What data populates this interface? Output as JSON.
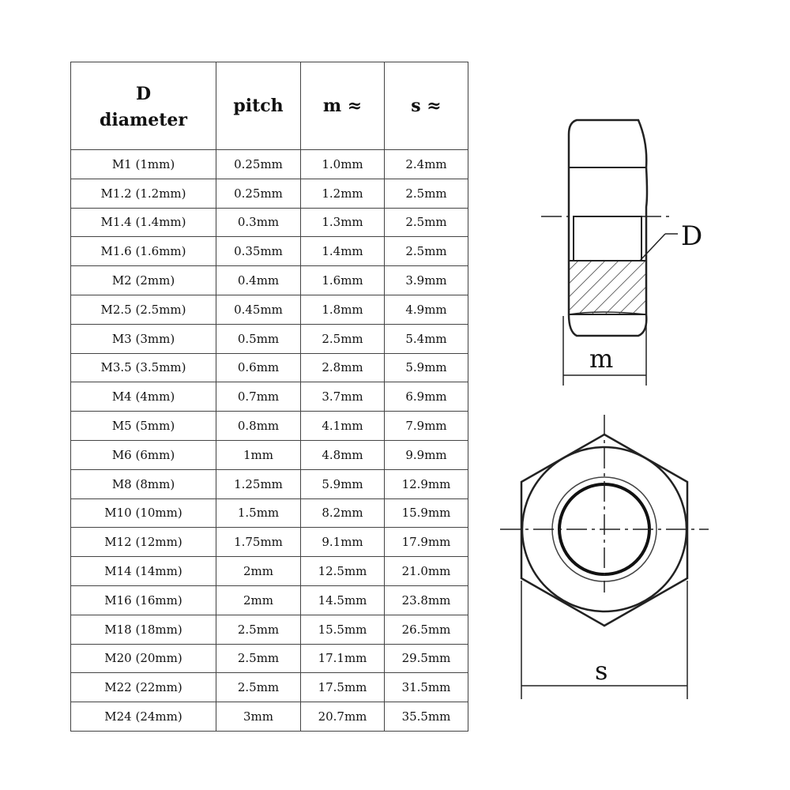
{
  "table": {
    "headers": {
      "diameter_symbol": "D",
      "diameter_word": "diameter",
      "pitch": "pitch",
      "m": "m ≈",
      "s": "s ≈"
    },
    "rows": [
      {
        "d": "M1  (1mm)",
        "pitch": "0.25mm",
        "m": "1.0mm",
        "s": "2.4mm"
      },
      {
        "d": "M1.2  (1.2mm)",
        "pitch": "0.25mm",
        "m": "1.2mm",
        "s": "2.5mm"
      },
      {
        "d": "M1.4  (1.4mm)",
        "pitch": "0.3mm",
        "m": "1.3mm",
        "s": "2.5mm"
      },
      {
        "d": "M1.6  (1.6mm)",
        "pitch": "0.35mm",
        "m": "1.4mm",
        "s": "2.5mm"
      },
      {
        "d": "M2  (2mm)",
        "pitch": "0.4mm",
        "m": "1.6mm",
        "s": "3.9mm"
      },
      {
        "d": "M2.5  (2.5mm)",
        "pitch": "0.45mm",
        "m": "1.8mm",
        "s": "4.9mm"
      },
      {
        "d": "M3  (3mm)",
        "pitch": "0.5mm",
        "m": "2.5mm",
        "s": "5.4mm"
      },
      {
        "d": "M3.5  (3.5mm)",
        "pitch": "0.6mm",
        "m": "2.8mm",
        "s": "5.9mm"
      },
      {
        "d": "M4  (4mm)",
        "pitch": "0.7mm",
        "m": "3.7mm",
        "s": "6.9mm"
      },
      {
        "d": "M5  (5mm)",
        "pitch": "0.8mm",
        "m": "4.1mm",
        "s": "7.9mm"
      },
      {
        "d": "M6  (6mm)",
        "pitch": "1mm",
        "m": "4.8mm",
        "s": "9.9mm"
      },
      {
        "d": "M8  (8mm)",
        "pitch": "1.25mm",
        "m": "5.9mm",
        "s": "12.9mm"
      },
      {
        "d": "M10  (10mm)",
        "pitch": "1.5mm",
        "m": "8.2mm",
        "s": "15.9mm"
      },
      {
        "d": "M12  (12mm)",
        "pitch": "1.75mm",
        "m": "9.1mm",
        "s": "17.9mm"
      },
      {
        "d": "M14  (14mm)",
        "pitch": "2mm",
        "m": "12.5mm",
        "s": "21.0mm"
      },
      {
        "d": "M16  (16mm)",
        "pitch": "2mm",
        "m": "14.5mm",
        "s": "23.8mm"
      },
      {
        "d": "M18  (18mm)",
        "pitch": "2.5mm",
        "m": "15.5mm",
        "s": "26.5mm"
      },
      {
        "d": "M20  (20mm)",
        "pitch": "2.5mm",
        "m": "17.1mm",
        "s": "29.5mm"
      },
      {
        "d": "M22  (22mm)",
        "pitch": "2.5mm",
        "m": "17.5mm",
        "s": "31.5mm"
      },
      {
        "d": "M24  (24mm)",
        "pitch": "3mm",
        "m": "20.7mm",
        "s": "35.5mm"
      }
    ]
  },
  "diagram": {
    "side_view_label_d": "D",
    "side_view_label_m": "m",
    "top_view_label_s": "s"
  }
}
